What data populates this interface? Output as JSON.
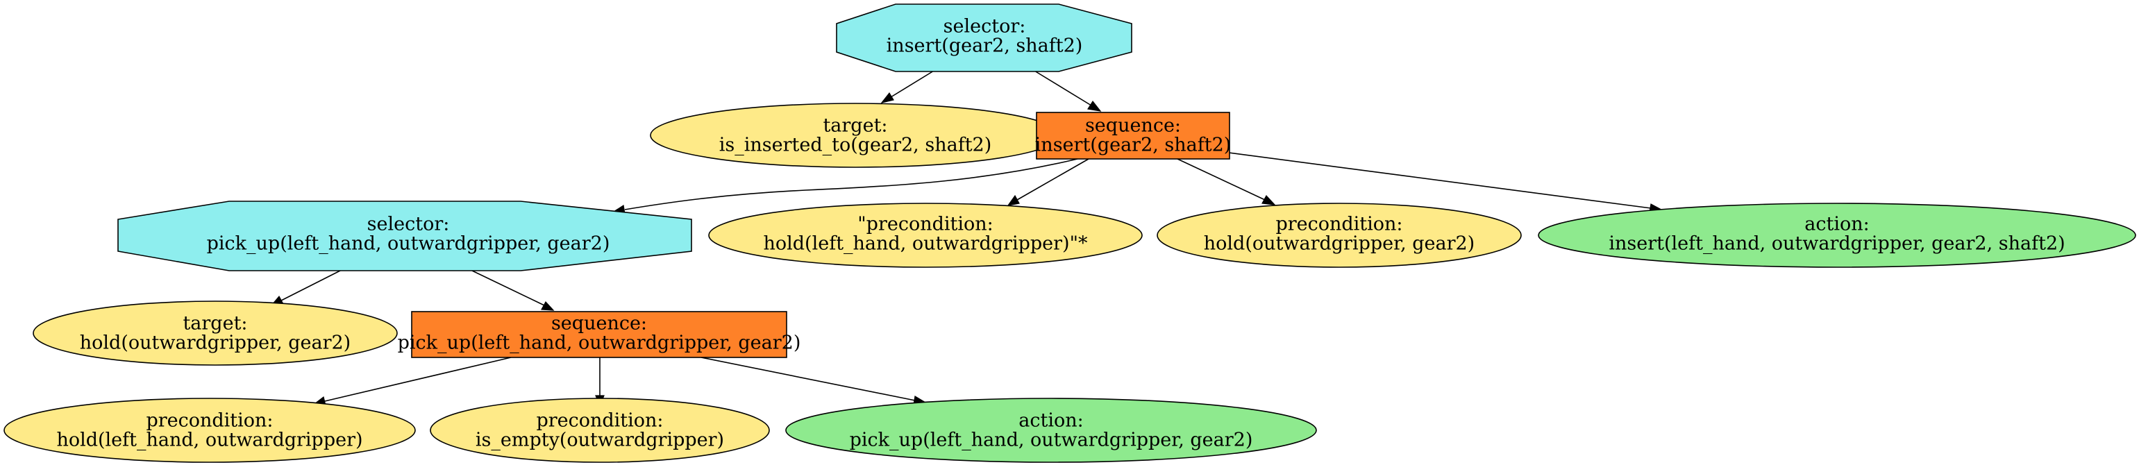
{
  "diagram": {
    "colors": {
      "selector": "#8eeeee",
      "sequence": "#fe8128",
      "condition": "#feea88",
      "action": "#8eea8e"
    },
    "nodes": {
      "root": {
        "kind": "selector",
        "line1": "selector:",
        "line2": "insert(gear2, shaft2)"
      },
      "target1": {
        "kind": "condition",
        "line1": "target:",
        "line2": "is_inserted_to(gear2, shaft2)"
      },
      "seq1": {
        "kind": "sequence",
        "line1": "sequence:",
        "line2": "insert(gear2, shaft2)"
      },
      "sel2": {
        "kind": "selector",
        "line1": "selector:",
        "line2": "pick_up(left_hand, outwardgripper, gear2)"
      },
      "precond_quoted": {
        "kind": "condition",
        "line1": "\"precondition:",
        "line2": "hold(left_hand, outwardgripper)\"*"
      },
      "precond_hold_gear": {
        "kind": "condition",
        "line1": "precondition:",
        "line2": "hold(outwardgripper, gear2)"
      },
      "action_insert": {
        "kind": "action",
        "line1": "action:",
        "line2": "insert(left_hand, outwardgripper, gear2, shaft2)"
      },
      "target2": {
        "kind": "condition",
        "line1": "target:",
        "line2": "hold(outwardgripper, gear2)"
      },
      "seq2": {
        "kind": "sequence",
        "line1": "sequence:",
        "line2": "pick_up(left_hand, outwardgripper, gear2)"
      },
      "precond_hold_hand": {
        "kind": "condition",
        "line1": "precondition:",
        "line2": "hold(left_hand, outwardgripper)"
      },
      "precond_empty": {
        "kind": "condition",
        "line1": "precondition:",
        "line2": "is_empty(outwardgripper)"
      },
      "action_pickup": {
        "kind": "action",
        "line1": "action:",
        "line2": "pick_up(left_hand, outwardgripper, gear2)"
      }
    },
    "edges": [
      [
        "root",
        "target1"
      ],
      [
        "root",
        "seq1"
      ],
      [
        "seq1",
        "sel2"
      ],
      [
        "seq1",
        "precond_quoted"
      ],
      [
        "seq1",
        "precond_hold_gear"
      ],
      [
        "seq1",
        "action_insert"
      ],
      [
        "sel2",
        "target2"
      ],
      [
        "sel2",
        "seq2"
      ],
      [
        "seq2",
        "precond_hold_hand"
      ],
      [
        "seq2",
        "precond_empty"
      ],
      [
        "seq2",
        "action_pickup"
      ]
    ]
  }
}
